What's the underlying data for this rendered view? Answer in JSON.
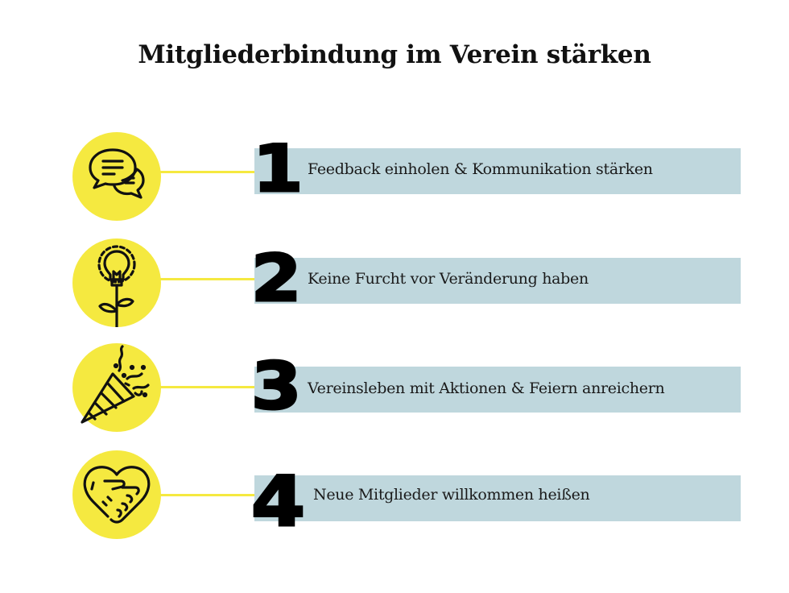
{
  "title": "Mitgliederbindung im Verein stärken",
  "colors": {
    "accent_yellow": "#f5e940",
    "box_bg": "#bfd7dd",
    "text": "#111111",
    "background": "#ffffff"
  },
  "steps": [
    {
      "number": "1",
      "label": "Feedback einholen & Kommunikation stärken",
      "icon": "chat-bubbles-icon"
    },
    {
      "number": "2",
      "label": "Keine Furcht vor Veränderung haben",
      "icon": "lightbulb-plant-icon"
    },
    {
      "number": "3",
      "label": "Vereinsleben mit Aktionen & Feiern anreichern",
      "icon": "party-popper-icon"
    },
    {
      "number": "4",
      "label": "Neue Mitglieder willkommen heißen",
      "icon": "heart-handshake-icon"
    }
  ]
}
